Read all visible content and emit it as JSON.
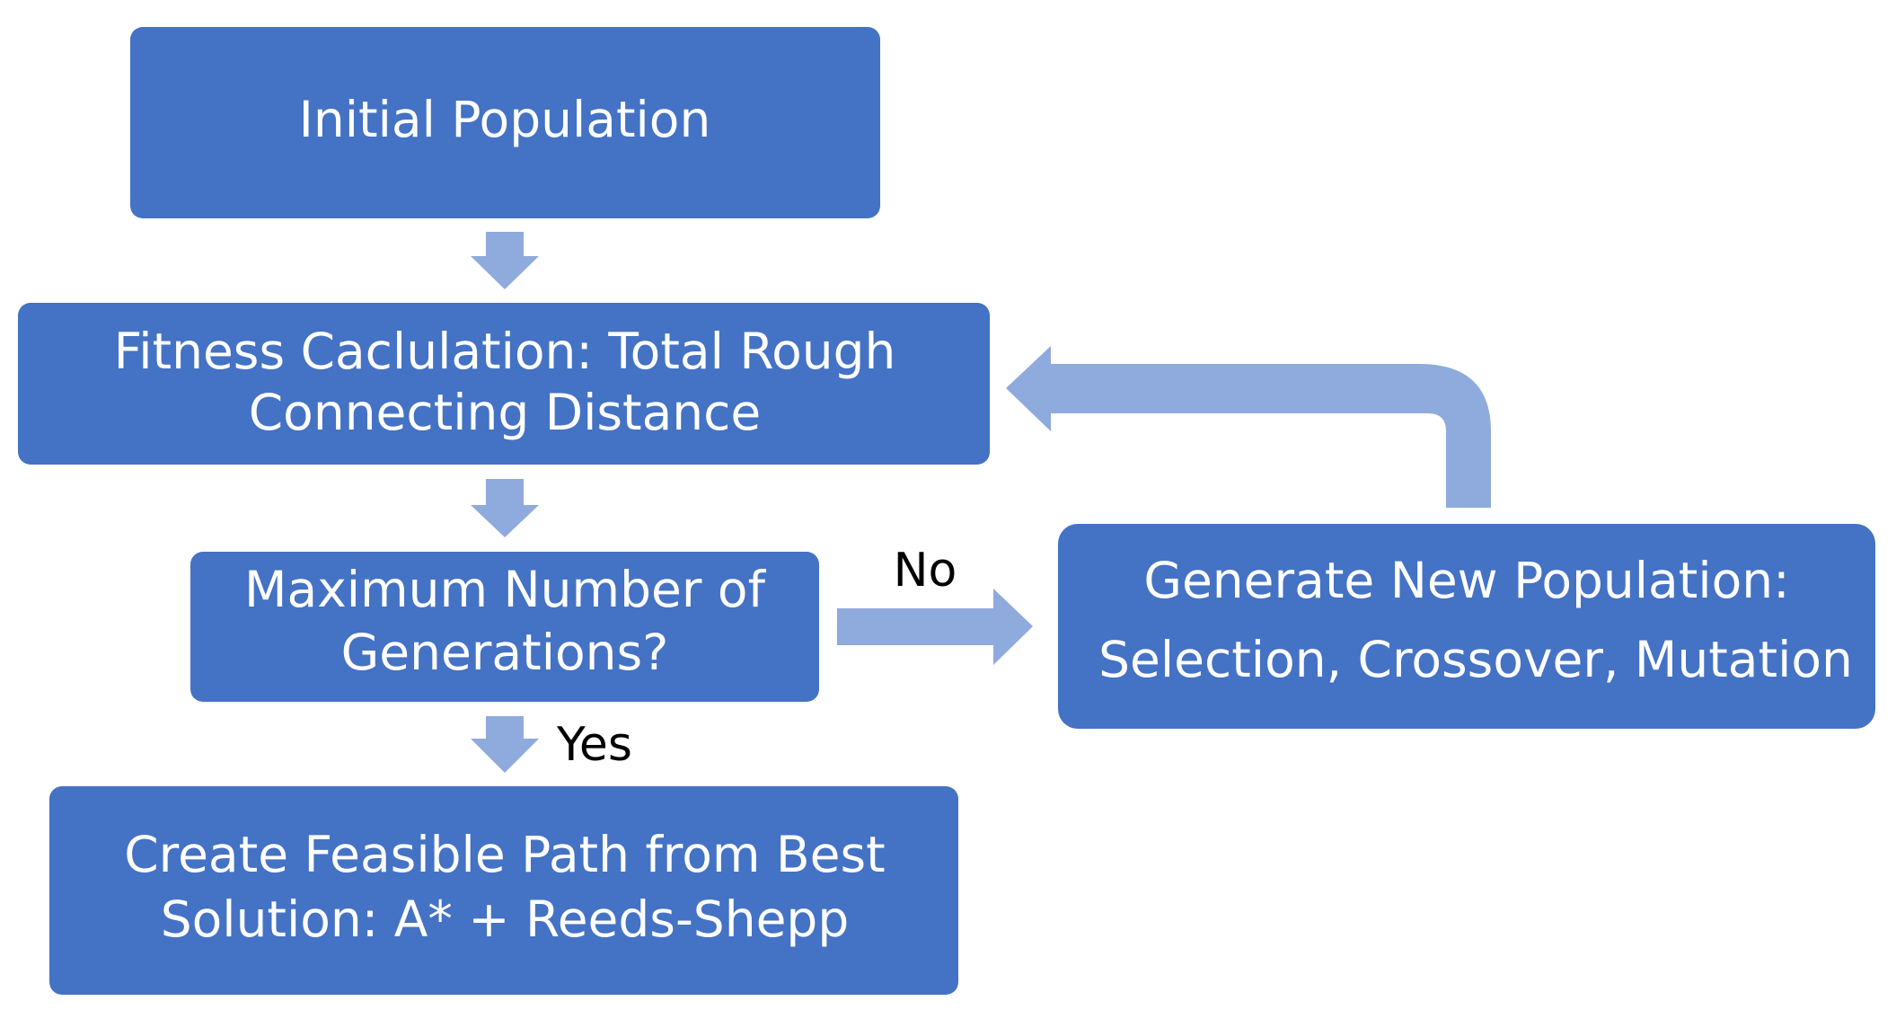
{
  "diagram": {
    "colors": {
      "box_fill": "#4472C4",
      "arrow_fill": "#8FAADC",
      "box_text": "#FFFFFF",
      "label_text": "#000000"
    },
    "boxes": {
      "initial_population": {
        "line1": "Initial Population"
      },
      "fitness_calculation": {
        "line1": "Fitness Caclulation: Total Rough",
        "line2": "Connecting Distance"
      },
      "max_generations": {
        "line1": "Maximum Number of",
        "line2": "Generations?"
      },
      "generate_population": {
        "line1": "Generate New Population:",
        "line2": "Selection, Crossover, Mutation"
      },
      "create_path": {
        "line1": "Create Feasible Path from Best",
        "line2": "Solution: A* + Reeds-Shepp"
      }
    },
    "labels": {
      "no": "No",
      "yes": "Yes"
    }
  }
}
